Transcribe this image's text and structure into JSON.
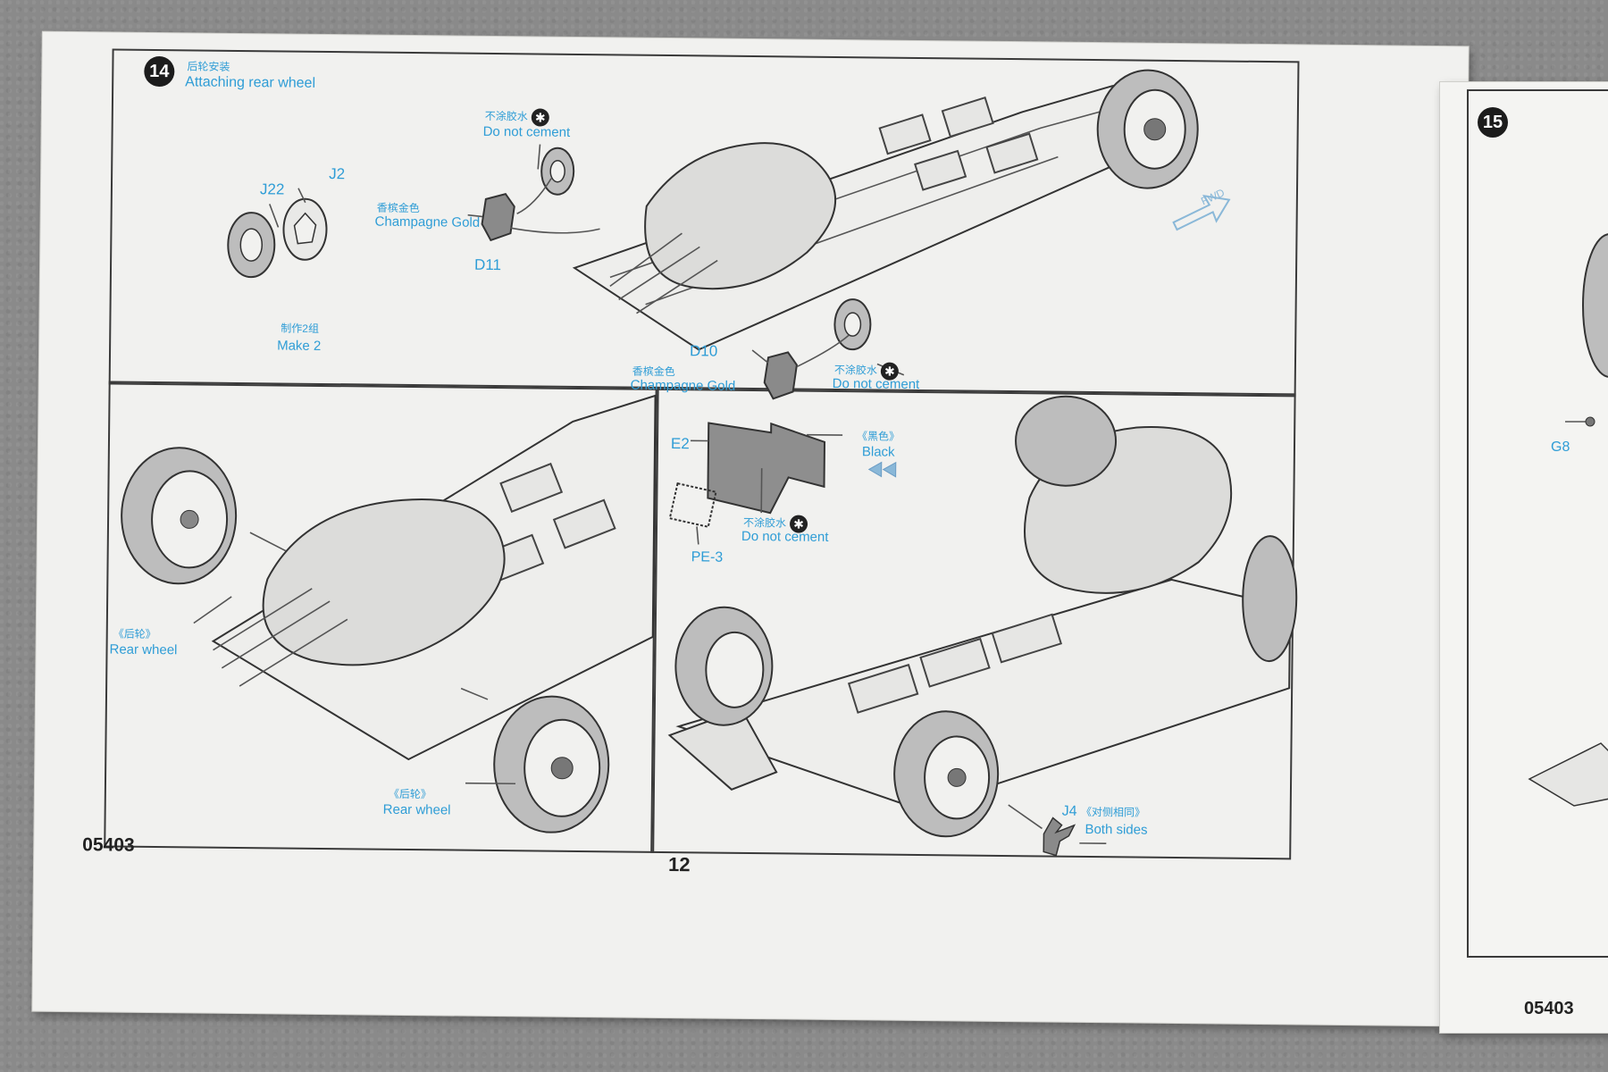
{
  "step14": {
    "number": "14",
    "title_cn": "后轮安装",
    "title_en": "Attaching rear wheel",
    "labels": {
      "j22": "J22",
      "j2": "J2",
      "make2_cn": "制作2组",
      "make2_en": "Make 2",
      "gold1_cn": "香槟金色",
      "gold1_en": "Champagne Gold",
      "d11": "D11",
      "nocem1_cn": "不涂胶水",
      "nocem1_en": "Do not cement",
      "d10": "D10",
      "gold2_cn": "香槟金色",
      "gold2_en": "Champagne Gold",
      "nocem2_cn": "不涂胶水",
      "nocem2_en": "Do not cement",
      "fwd": "FWD"
    }
  },
  "panel_bl": {
    "rear1_cn": "《后轮》",
    "rear1_en": "Rear wheel",
    "rear2_cn": "《后轮》",
    "rear2_en": "Rear wheel"
  },
  "panel_br": {
    "e2": "E2",
    "black_cn": "《黑色》",
    "black_en": "Black",
    "nocem_cn": "不涂胶水",
    "nocem_en": "Do not cement",
    "pe3": "PE-3",
    "j4": "J4",
    "both_cn": "《对侧相同》",
    "both_en": "Both sides"
  },
  "footer": {
    "code_left": "05403",
    "page_number": "12",
    "code_right": "05403"
  },
  "step15": {
    "number": "15",
    "g8": "G8"
  },
  "icons": {
    "no_cement": "asterisk-icon",
    "arrow": "double-arrow-icon"
  },
  "colors": {
    "label_cyan": "#2f9dd6",
    "line": "#333333",
    "paper": "#f1f1ef"
  }
}
